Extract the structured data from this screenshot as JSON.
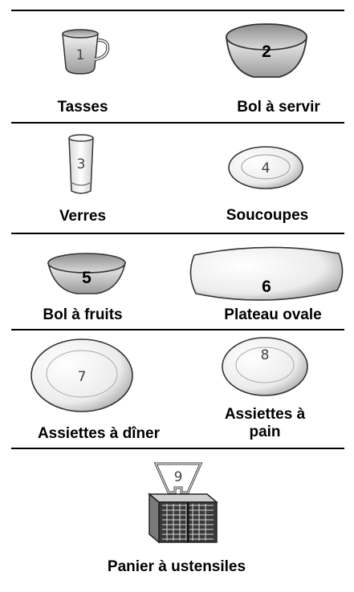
{
  "items": [
    {
      "number": "1",
      "label": "Tasses"
    },
    {
      "number": "2",
      "label": "Bol à servir"
    },
    {
      "number": "3",
      "label": "Verres"
    },
    {
      "number": "4",
      "label": "Soucoupes"
    },
    {
      "number": "5",
      "label": "Bol à fruits"
    },
    {
      "number": "6",
      "label": "Plateau ovale"
    },
    {
      "number": "7",
      "label": "Assiettes à dîner"
    },
    {
      "number": "8",
      "label": "Assiettes à",
      "label_line2": "pain"
    },
    {
      "number": "9",
      "label": "Panier à ustensiles"
    }
  ],
  "colors": {
    "rule": "#000000",
    "outline": "#333333",
    "fill": "#f2f2f2",
    "shade": "#bdbdbd"
  }
}
